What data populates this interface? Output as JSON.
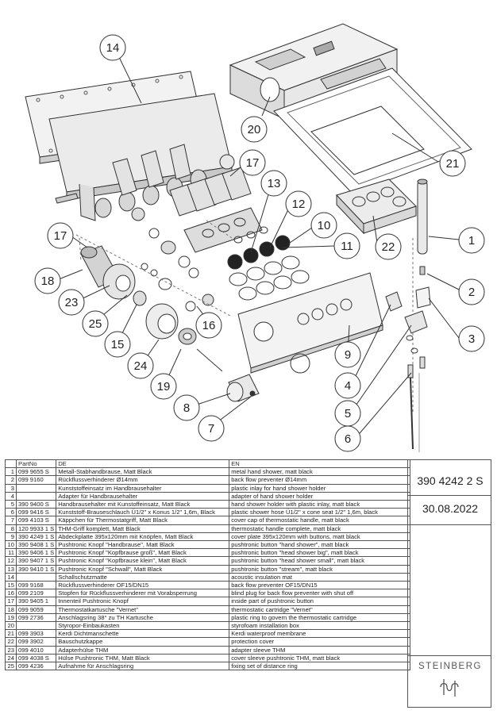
{
  "callouts": {
    "c1": "1",
    "c2": "2",
    "c3": "3",
    "c4": "4",
    "c5": "5",
    "c6": "6",
    "c7": "7",
    "c8": "8",
    "c9": "9",
    "c10": "10",
    "c11": "11",
    "c12": "12",
    "c13": "13",
    "c14": "14",
    "c15": "15",
    "c16": "16",
    "c17": "17",
    "c18": "18",
    "c19": "19",
    "c20": "20",
    "c21": "21",
    "c22": "22",
    "c23": "23",
    "c24": "24",
    "c25": "25"
  },
  "table": {
    "headers": {
      "pos": "",
      "part": "PartNo",
      "de": "DE",
      "en": "EN"
    },
    "rows": [
      {
        "pos": "1",
        "part": "099 9655 S",
        "de": "Metall-Stabhandbrause, Matt Black",
        "en": "metal hand shower, matt black"
      },
      {
        "pos": "2",
        "part": "099 9160",
        "de": "Rückflussverhinderer Ø14mm",
        "en": "back flow preventer Ø14mm"
      },
      {
        "pos": "3",
        "part": "",
        "de": "Kunststoffeinsatz im Handbrausehalter",
        "en": "plastic inlay for hand shower holder"
      },
      {
        "pos": "4",
        "part": "",
        "de": "Adapter für Handbrausehalter",
        "en": "adapter of hand shower holder"
      },
      {
        "pos": "5",
        "part": "390 9400 S",
        "de": "Handbrausehalter mit Kunstoffeinsatz, Matt Black",
        "en": "hand shower holder with plastic inlay, matt black"
      },
      {
        "pos": "6",
        "part": "099 9416 S",
        "de": "Kunststoff-Brauseschlauch Ü1/2\" x Konus 1/2\" 1,6m, Black",
        "en": "plastic shower hose Ü1/2\" x cone seat 1/2\"  1,6m, black"
      },
      {
        "pos": "7",
        "part": "099 4103 S",
        "de": "Käppchen für Thermostatgriff, Matt Black",
        "en": "cover cap of thermostatic handle, matt black"
      },
      {
        "pos": "8",
        "part": "120 9933 1 S",
        "de": "THM-Griff komplett, Matt Black",
        "en": "thermostatic handle complete, matt black"
      },
      {
        "pos": "9",
        "part": "390 4249 1 S",
        "de": "Abdeckplatte 395x120mm mit Knöpfen, Matt Black",
        "en": "cover plate 395x120mm with buttons, matt black"
      },
      {
        "pos": "10",
        "part": "390 9408 1 S",
        "de": "Pushtronic Knopf \"Handbrause\", Matt Black",
        "en": "pushtronic button \"hand shower\", matt black"
      },
      {
        "pos": "11",
        "part": "390 9406 1 S",
        "de": "Pushtronic Knopf \"Kopfbrause groß\", Matt Black",
        "en": "pushtronic button \"head shower big\", matt black"
      },
      {
        "pos": "12",
        "part": "390 9407 1 S",
        "de": "Pushtronic Knopf \"Kopfbrause klein\", Matt Black",
        "en": "pushtronic button \"head shower small\", matt black"
      },
      {
        "pos": "13",
        "part": "390 9410 1 S",
        "de": "Pushtronic Knopf \"Schwall\", Matt Black",
        "en": "pushtronic button \"stream\", matt black"
      },
      {
        "pos": "14",
        "part": "",
        "de": "Schallschutzmatte",
        "en": "acoustic insulation mat"
      },
      {
        "pos": "15",
        "part": "099 9168",
        "de": "Rückflussverhinderer OF15/DN15",
        "en": "back flow preventer OF15/DN15"
      },
      {
        "pos": "16",
        "part": "099 2109",
        "de": "Stopfen für Rückflussverhinderer mit Vorabsperrung",
        "en": "blind plug for back flow preventer with shut off"
      },
      {
        "pos": "17",
        "part": "390 9405 1",
        "de": "Innenteil Pushtronic Knopf",
        "en": "inside part of pushtronic button"
      },
      {
        "pos": "18",
        "part": "099 9059",
        "de": "Thermostatkartusche \"Vernet\"",
        "en": "thermostatic cartridge \"Vernet\""
      },
      {
        "pos": "19",
        "part": "099 2736",
        "de": "Anschlagsring 38° zu TH Kartusche",
        "en": "plastic ring to govern the thermostatic cartridge"
      },
      {
        "pos": "20",
        "part": "",
        "de": "Styropor-Einbaukasten",
        "en": "styrofoam installation box"
      },
      {
        "pos": "21",
        "part": "099 3903",
        "de": "Kerdi Dichtmanschette",
        "en": "Kerdi waterproof membrane"
      },
      {
        "pos": "22",
        "part": "099 3902",
        "de": "Bauschutzkappe",
        "en": "protection cover"
      },
      {
        "pos": "23",
        "part": "099 4010",
        "de": "Adapterhülse THM",
        "en": "adapter sleeve THM"
      },
      {
        "pos": "24",
        "part": "099 4038 S",
        "de": "Hülse Pushtronic THM, Matt Black",
        "en": "cover sleeve pushtronic THM, matt black"
      },
      {
        "pos": "25",
        "part": "099 4236",
        "de": "Aufnahme für Anschlagsring",
        "en": "fixing set of distance ring"
      }
    ]
  },
  "title_block": {
    "doc_number": "390 4242 2 S",
    "date": "30.08.2022",
    "brand": "STEINBERG"
  }
}
